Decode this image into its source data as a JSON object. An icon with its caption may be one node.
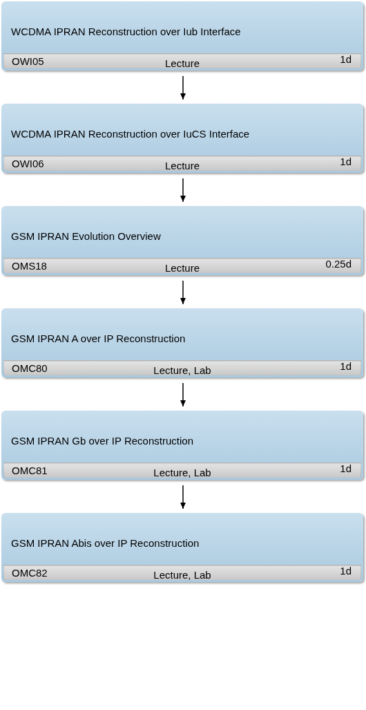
{
  "diagram": {
    "nodes": [
      {
        "text": [
          "WCDMA IPRAN Reconstruction over Iub Interface",
          "OWI05",
          "Lecture",
          "1d"
        ]
      },
      {
        "text": [
          "WCDMA IPRAN Reconstruction over IuCS Interface",
          "OWI06",
          "Lecture",
          "1d"
        ]
      },
      {
        "text": [
          "GSM IPRAN Evolution Overview",
          "OMS18",
          "Lecture",
          "0.25d"
        ]
      },
      {
        "text": [
          "GSM IPRAN A over IP Reconstruction",
          "OMC80",
          "Lecture, Lab",
          "1d"
        ]
      },
      {
        "text": [
          "GSM IPRAN Gb over IP Reconstruction",
          "OMC81",
          "Lecture, Lab",
          "1d"
        ]
      },
      {
        "text": [
          "GSM IPRAN Abis over IP Reconstruction",
          "OMC82",
          "Lecture, Lab",
          "1d"
        ]
      }
    ],
    "edges": [
      {
        "from": 0,
        "to": 1,
        "arrow": "to"
      },
      {
        "from": 1,
        "to": 2,
        "arrow": "to"
      },
      {
        "from": 2,
        "to": 3,
        "arrow": "to"
      },
      {
        "from": 3,
        "to": 4,
        "arrow": "to"
      },
      {
        "from": 4,
        "to": 5,
        "arrow": "to"
      }
    ]
  }
}
